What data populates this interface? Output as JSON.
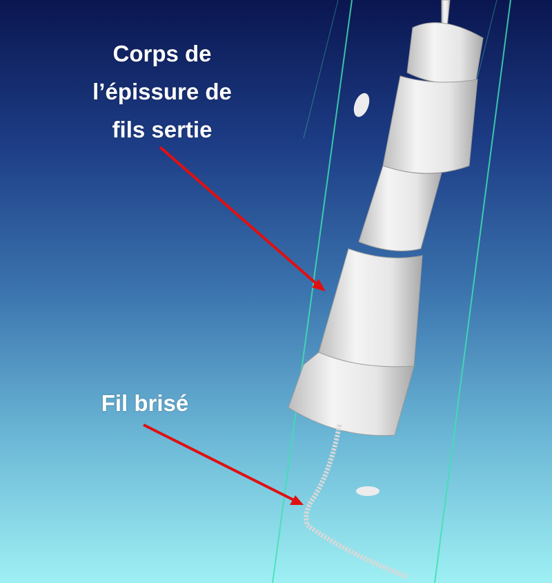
{
  "annotations": {
    "crimped_splice_body": {
      "line1": "Corps de",
      "line2": "l’épissure de",
      "line3": "fils sertie"
    },
    "broken_wire": {
      "text": "Fil brisé"
    }
  },
  "colors": {
    "arrow": "#e01010",
    "guide_lines": "#3fe0b0",
    "object": "#eeeeee"
  }
}
